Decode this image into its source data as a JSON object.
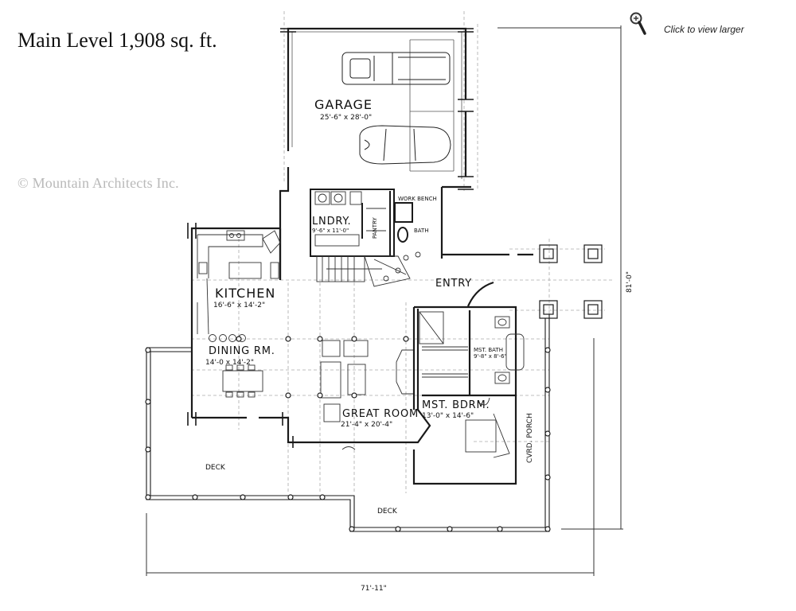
{
  "title": "Main Level 1,908 sq. ft.",
  "zoom_link": {
    "label": "Click to view larger",
    "icon": "magnifier-icon"
  },
  "copyright": "© Mountain Architects Inc.",
  "rooms": {
    "garage": {
      "name": "GARAGE",
      "size": "25'-6\" x 28'-0\""
    },
    "laundry": {
      "name": "LNDRY.",
      "size": "9'-6\" x 11'-0\""
    },
    "pantry": {
      "name": "PANTRY"
    },
    "bath": {
      "name": "BATH"
    },
    "work_bench": {
      "name": "WORK BENCH"
    },
    "kitchen": {
      "name": "KITCHEN",
      "size": "16'-6\" x 14'-2\""
    },
    "entry": {
      "name": "ENTRY"
    },
    "dining": {
      "name": "DINING RM.",
      "size": "14'-0 x 14'-2\""
    },
    "mst_bath": {
      "name": "MST. BATH",
      "size": "9'-8\" x 8'-6\""
    },
    "great_room": {
      "name": "GREAT ROOM",
      "size": "21'-4\" x 20'-4\""
    },
    "mst_bdrm": {
      "name": "MST. BDRM.",
      "size": "13'-0\" x 14'-6\""
    },
    "cvrd_porch": {
      "name": "CVRD. PORCH"
    },
    "deck_left": {
      "name": "DECK"
    },
    "deck_bottom": {
      "name": "DECK"
    }
  },
  "dimensions": {
    "width": "71'-11\"",
    "depth": "81'-0\""
  },
  "colors": {
    "line": "#1a1a1a",
    "light": "#888888",
    "watermark": "#b9b9b9"
  }
}
